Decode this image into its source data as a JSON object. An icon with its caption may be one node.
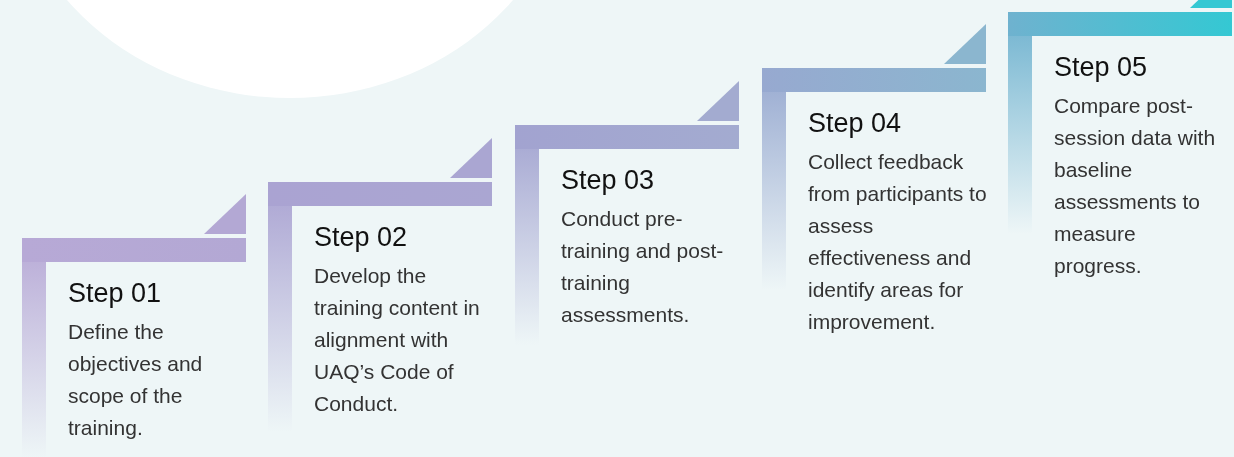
{
  "diagram": {
    "nodes": [
      {
        "text": [
          "Step 01",
          "Define the objectives and scope of the training."
        ]
      },
      {
        "text": [
          "Step 02",
          "Develop the training content in alignment with UAQ’s Code of Conduct."
        ]
      },
      {
        "text": [
          "Step 03",
          "Conduct pre-training and post-training assessments."
        ]
      },
      {
        "text": [
          "Step 04",
          "Collect feedback from participants to assess effectiveness and identify areas for improvement."
        ]
      },
      {
        "text": [
          "Step 05",
          "Compare post-session data with baseline assessments to measure progress."
        ]
      }
    ]
  }
}
